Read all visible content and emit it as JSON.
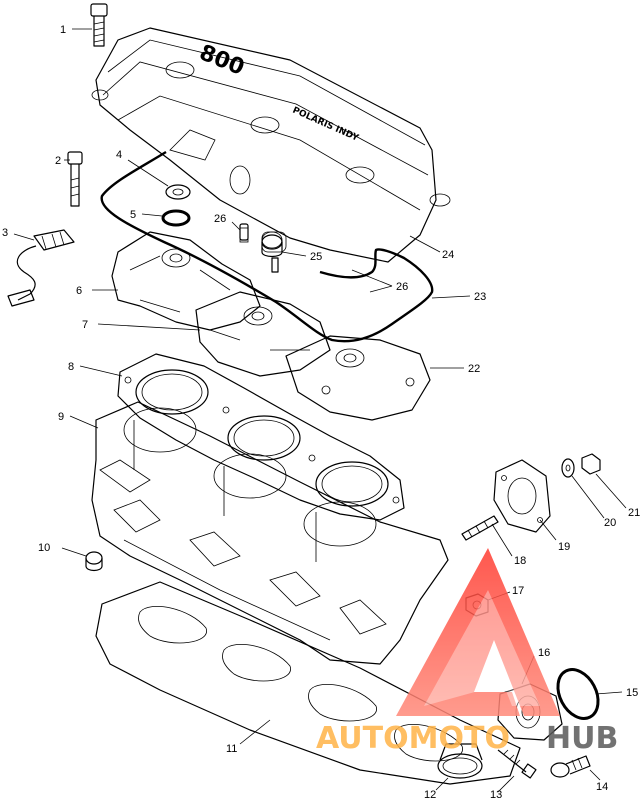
{
  "decals": {
    "cover_number": "800",
    "cover_brand": "POLARIS INDY"
  },
  "callouts": [
    {
      "id": "c1",
      "label": "1"
    },
    {
      "id": "c2",
      "label": "2"
    },
    {
      "id": "c3",
      "label": "3"
    },
    {
      "id": "c4",
      "label": "4"
    },
    {
      "id": "c5",
      "label": "5"
    },
    {
      "id": "c6",
      "label": "6"
    },
    {
      "id": "c7",
      "label": "7"
    },
    {
      "id": "c8",
      "label": "8"
    },
    {
      "id": "c9",
      "label": "9"
    },
    {
      "id": "c10",
      "label": "10"
    },
    {
      "id": "c11",
      "label": "11"
    },
    {
      "id": "c12",
      "label": "12"
    },
    {
      "id": "c13",
      "label": "13"
    },
    {
      "id": "c14",
      "label": "14"
    },
    {
      "id": "c15",
      "label": "15"
    },
    {
      "id": "c16",
      "label": "16"
    },
    {
      "id": "c17",
      "label": "17"
    },
    {
      "id": "c18",
      "label": "18"
    },
    {
      "id": "c19",
      "label": "19"
    },
    {
      "id": "c20",
      "label": "20"
    },
    {
      "id": "c21",
      "label": "21"
    },
    {
      "id": "c22",
      "label": "22"
    },
    {
      "id": "c23",
      "label": "23"
    },
    {
      "id": "c24",
      "label": "24"
    },
    {
      "id": "c25",
      "label": "25"
    },
    {
      "id": "c26a",
      "label": "26"
    },
    {
      "id": "c26b",
      "label": "26"
    }
  ],
  "watermark": {
    "text_accent": "AUTOMOTO",
    "text_dark": "HUB",
    "accent_color": "#ff3b30",
    "accent_light": "#ffb347",
    "dark_color": "#5a5a5a"
  }
}
